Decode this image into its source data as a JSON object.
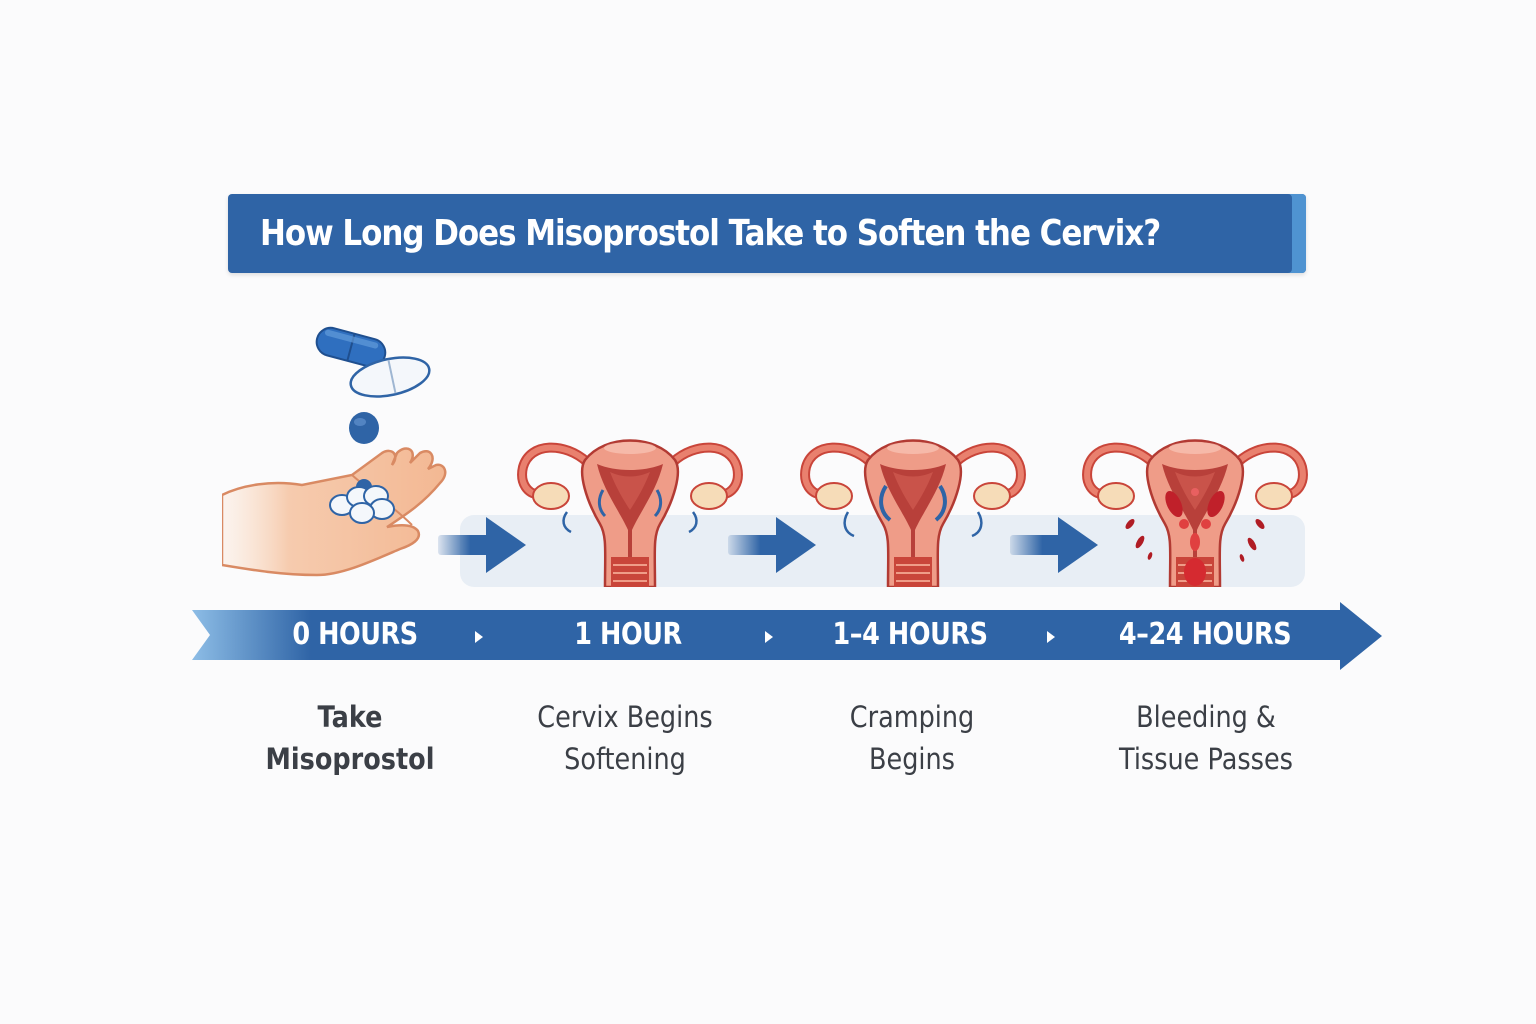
{
  "title": "How Long Does Misoprostol Take to Soften the Cervix?",
  "colors": {
    "primary_blue": "#2f64a6",
    "accent_light_blue": "#4f93d1",
    "uterus_pink": "#e9806e",
    "uterus_dark": "#b23a33",
    "blood_red": "#c0202a",
    "track_bg": "#e8eef5",
    "text_dark": "#3b3f46"
  },
  "steps": [
    {
      "time": "0 HOURS",
      "description_line1": "Take",
      "description_line2": "Misoprostol",
      "icon": "hand-with-pills-icon"
    },
    {
      "time": "1 HOUR",
      "description_line1": "Cervix Begins",
      "description_line2": "Softening",
      "icon": "uterus-softening-icon"
    },
    {
      "time": "1–4 HOURS",
      "description_line1": "Cramping",
      "description_line2": "Begins",
      "icon": "uterus-cramping-icon"
    },
    {
      "time": "4–24 HOURS",
      "description_line1": "Bleeding &",
      "description_line2": "Tissue Passes",
      "icon": "uterus-bleeding-icon"
    }
  ]
}
